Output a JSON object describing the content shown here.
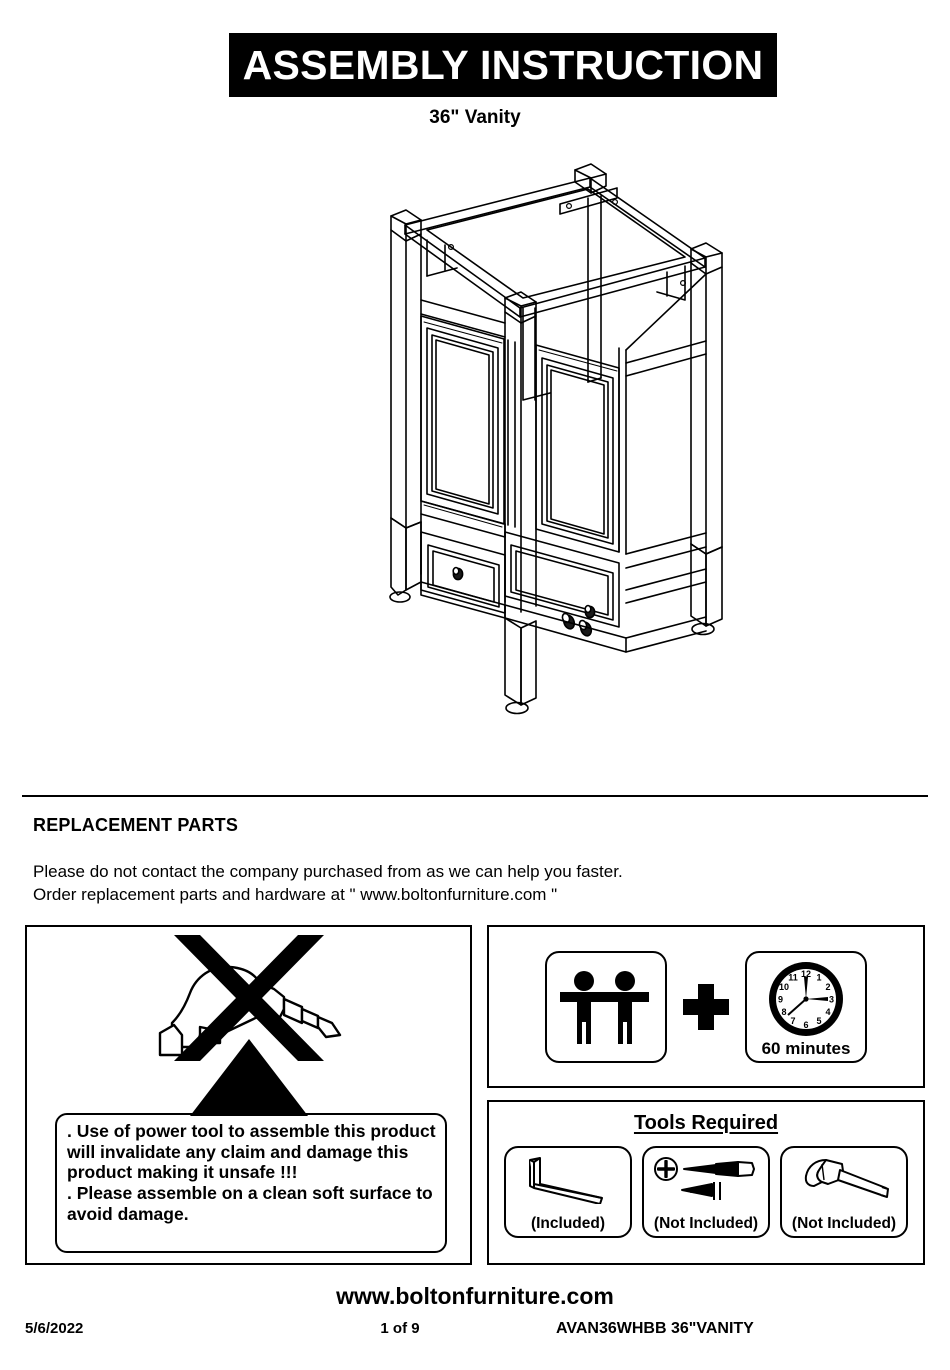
{
  "document": {
    "title": "ASSEMBLY INSTRUCTION",
    "subtitle": "36\" Vanity"
  },
  "product_figure": {
    "name": "36-inch vanity cabinet isometric line drawing",
    "description": "Open-top vanity frame with two paneled doors, two door knobs, one lower drawer with two knobs, four tapered legs with glides"
  },
  "replacement_parts": {
    "heading": "REPLACEMENT PARTS",
    "line1": "Please do not contact the company purchased from as we can help you faster.",
    "line2": "Order replacement parts and hardware at \" www.boltonfurniture.com \""
  },
  "warning_panel": {
    "icon": "no-power-tool-icon",
    "text": ". Use of power tool to assemble this product will invalidate any claim and damage this product making it unsafe !!!\n. Please assemble on a clean soft surface to avoid damage."
  },
  "people_time_panel": {
    "people_icon": "two-people-icon",
    "people_count": 2,
    "plus": "+",
    "clock_icon": "clock-icon",
    "clock_numbers": [
      "12",
      "1",
      "2",
      "3",
      "4",
      "5",
      "6",
      "7",
      "8",
      "9",
      "10",
      "11"
    ],
    "time_label": "60 minutes"
  },
  "tools_panel": {
    "title": "Tools Required",
    "tools": [
      {
        "icon": "allen-key-icon",
        "caption": "(Included)"
      },
      {
        "icon": "screwdriver-icon",
        "caption": "(Not Included)"
      },
      {
        "icon": "hammer-icon",
        "caption": "(Not Included)"
      }
    ]
  },
  "footer": {
    "website": "www.boltonfurniture.com",
    "date": "5/6/2022",
    "page": "1 of 9",
    "model": "AVAN36WHBB 36\"VANITY"
  },
  "colors": {
    "ink": "#000000",
    "paper": "#ffffff"
  }
}
